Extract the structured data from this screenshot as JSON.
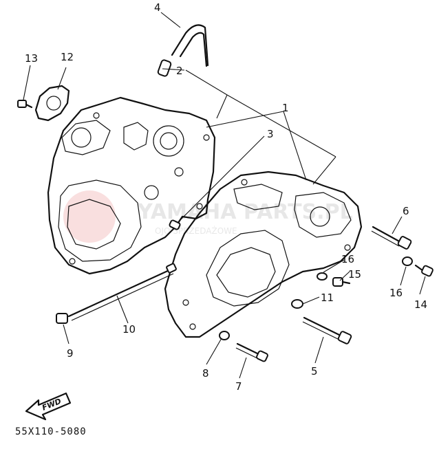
{
  "diagram": {
    "code": "55X110-5080",
    "watermark_text": "YAMAHA PARTS.PL",
    "watermark_sub": "OJO SPRZEDAŻOWE",
    "fwd_label": "FWD",
    "callouts": [
      "1",
      "2",
      "3",
      "4",
      "5",
      "6",
      "7",
      "8",
      "9",
      "10",
      "11",
      "12",
      "13",
      "14",
      "15",
      "16",
      "16"
    ]
  },
  "colors": {
    "line": "#111111",
    "watermark": "#e24a4a"
  }
}
